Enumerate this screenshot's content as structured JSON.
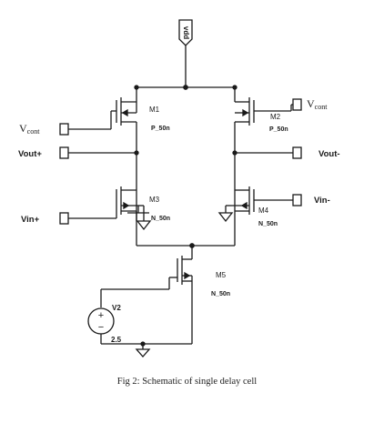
{
  "schematic": {
    "supply": "vdd",
    "transistors": [
      {
        "name": "M1",
        "model": "P_50n"
      },
      {
        "name": "M2",
        "model": "P_50n"
      },
      {
        "name": "M3",
        "model": "N_50n"
      },
      {
        "name": "M4",
        "model": "N_50n"
      },
      {
        "name": "M5",
        "model": "N_50n"
      }
    ],
    "ports": {
      "vcont_left_main": "V",
      "vcont_left_sub": "cont",
      "vcont_right_main": "V",
      "vcont_right_sub": "cont",
      "vout_plus": "Vout+",
      "vout_minus": "Vout-",
      "vin_plus": "Vin+",
      "vin_minus": "Vin-"
    },
    "source": {
      "name": "V2",
      "value": "2.5",
      "plus": "+",
      "minus": "−"
    }
  },
  "caption": "Fig 2: Schematic of single delay cell"
}
